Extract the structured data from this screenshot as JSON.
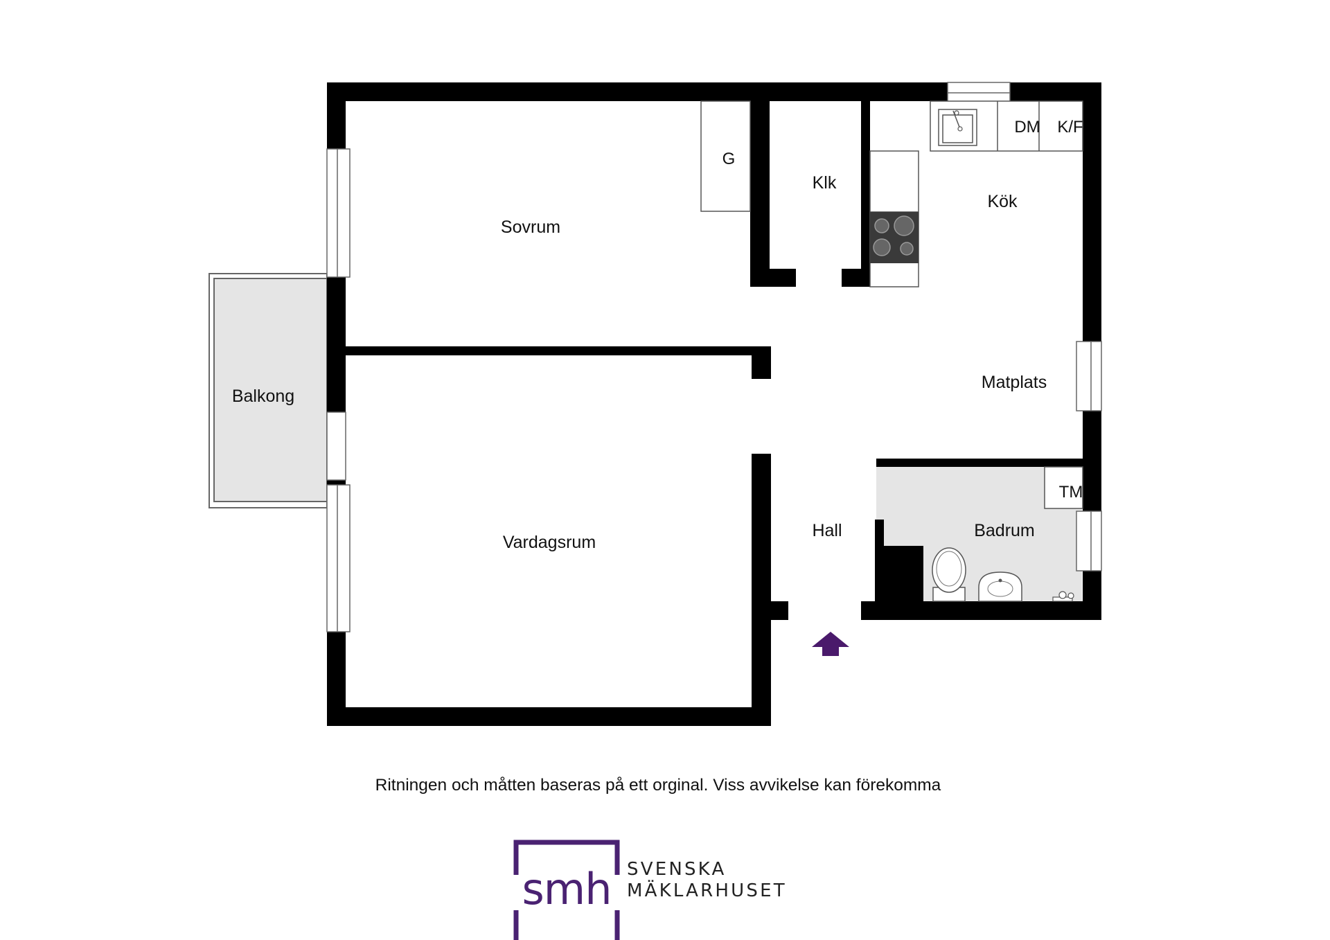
{
  "rooms": {
    "sovrum": "Sovrum",
    "vardagsrum": "Vardagsrum",
    "balkong": "Balkong",
    "klk": "Klk",
    "kok": "Kök",
    "matplats": "Matplats",
    "hall": "Hall",
    "badrum": "Badrum"
  },
  "fixtures": {
    "g": "G",
    "dm": "DM",
    "kf": "K/F",
    "tm": "TM"
  },
  "disclaimer": "Ritningen och måtten baseras på ett orginal. Viss avvikelse kan förekomma",
  "brand": {
    "line1": "SVENSKA",
    "line2": "MÄKLARHUSET",
    "monogram": "smh",
    "color": "#4a2272"
  },
  "colors": {
    "wall": "#000000",
    "wet_room": "#e5e5e5",
    "entrance_arrow": "#4a1a6b"
  }
}
